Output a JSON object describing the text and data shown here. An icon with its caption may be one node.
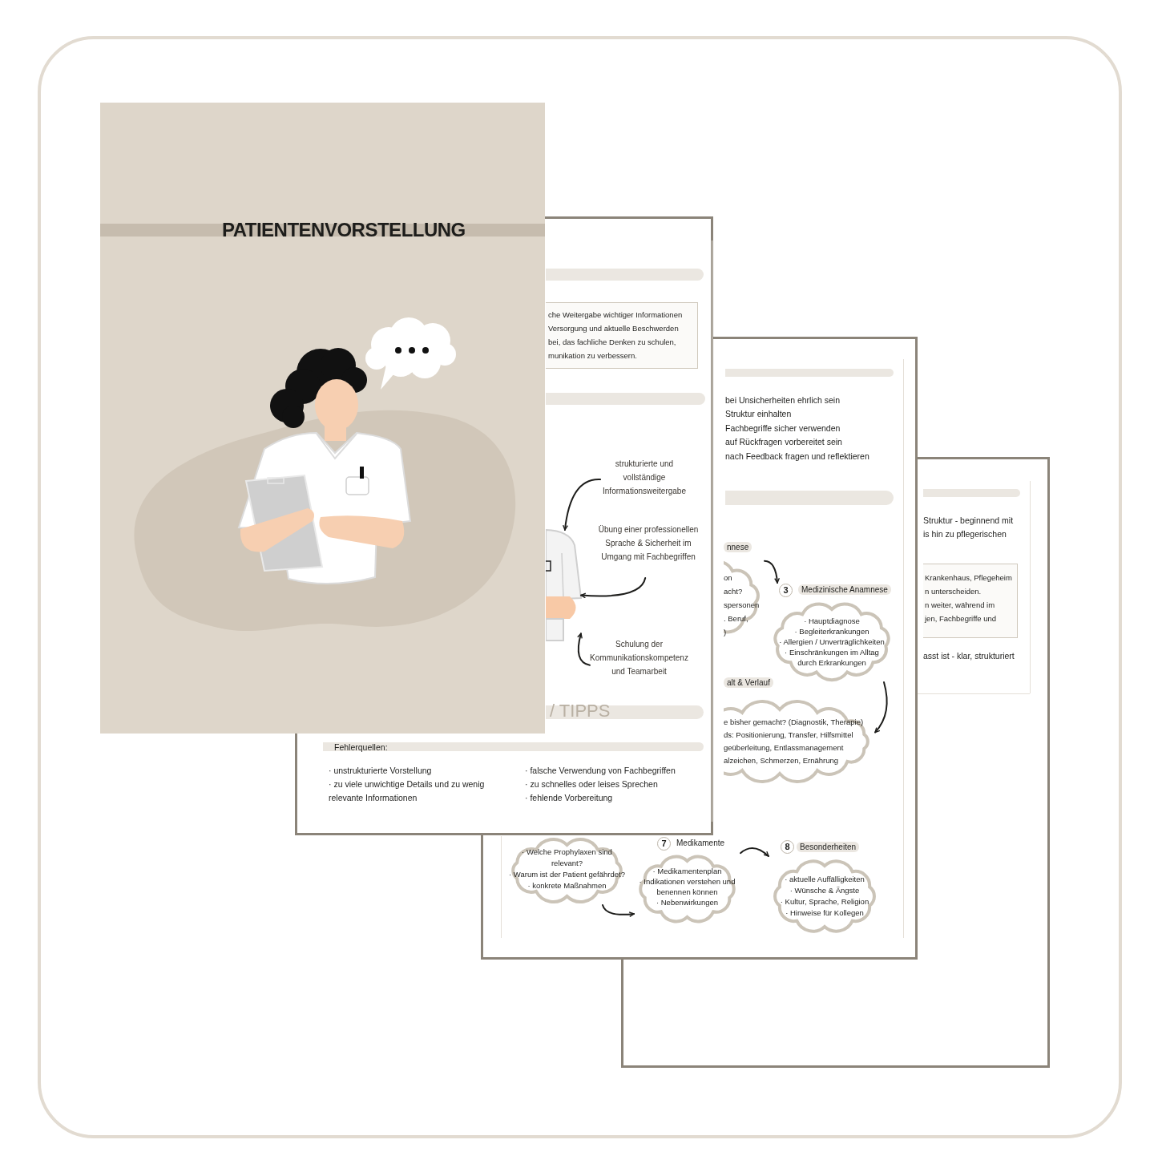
{
  "diagram": {
    "title": "PATIENTENVORSTELLUNG",
    "nodes": [
      {
        "text": [
          "nnese",
          "on",
          "acht?",
          "spersonen",
          ". Beruf,",
          ")"
        ]
      },
      {
        "text": [
          "3",
          "Medizinische Anamnese",
          "· Hauptdiagnose",
          "· Begleiterkrankungen",
          "· Allergien / Unverträglichkeiten",
          "· Einschränkungen im Alltag durch Erkrankungen"
        ]
      },
      {
        "text": [
          "alt & Verlauf",
          "e bisher gemacht? (Diagnostik, Therapie)",
          "ds: Positionierung, Transfer, Hilfsmittel",
          "geüberleitung, Entlassmanagement",
          "alzeichen, Schmerzen, Ernährung"
        ]
      },
      {
        "text": [
          "· Welche Prophylaxen sind relevant?",
          "· Warum ist der Patient gefährdet?",
          "· konkrete Maßnahmen"
        ]
      },
      {
        "text": [
          "7",
          "Medikamente",
          "· Medikamentenplan",
          "· Indikationen verstehen und benennen können",
          "· Nebenwirkungen"
        ]
      },
      {
        "text": [
          "8",
          "Besonderheiten",
          "· aktuelle Auffälligkeiten",
          "· Wünsche & Ängste",
          "· Kultur, Sprache, Religion",
          "· Hinweise für Kollegen"
        ]
      },
      {
        "text": [
          "che Weitergabe wichtiger Informationen",
          "Versorgung und aktuelle Beschwerden",
          "bei, das fachliche Denken zu schulen,",
          "munikation zu verbessern."
        ]
      },
      {
        "text": [
          "Krankenhaus, Pflegeheim",
          "n unterscheiden.",
          "n weiter, während im",
          "jen, Fachbegriffe und"
        ]
      },
      {
        "text": [
          "strukturierte und vollständige Informationsweitergabe"
        ]
      },
      {
        "text": [
          "Übung einer professionellen Sprache & Sicherheit im Umgang mit Fachbegriffen"
        ]
      },
      {
        "text": [
          "Schulung der Kommunikationskompetenz und Teamarbeit"
        ]
      },
      {
        "text": [],
        "shape": "picture"
      }
    ],
    "edges": [
      {
        "from": 0,
        "to": 1,
        "arrow": "to"
      },
      {
        "from": 1,
        "to": 2,
        "arrow": "to"
      },
      {
        "from": 3,
        "to": 4,
        "arrow": "to"
      },
      {
        "from": 4,
        "to": 5,
        "arrow": "to"
      },
      {
        "from": 8,
        "to": 11,
        "arrow": "to"
      },
      {
        "from": 9,
        "to": 11,
        "arrow": "to"
      },
      {
        "from": 10,
        "to": 11,
        "arrow": "to"
      }
    ],
    "labels": [
      "bei Unsicherheiten ehrlich sein",
      "Struktur einhalten",
      "Fachbegriffe sicher verwenden",
      "auf Rückfragen vorbereitet sein",
      "nach Feedback fragen und reflektieren",
      "Struktur - beginnend mit",
      "is hin zu pflegerischen",
      "asst ist - klar, strukturiert",
      "/ TIPPS",
      "Fehlerquellen:",
      "· unstrukturierte Vorstellung",
      "· zu viele unwichtige Details und zu wenig relevante Informationen",
      "· falsche Verwendung von Fachbegriffen",
      "· zu schnelles oder leises Sprechen",
      "· fehlende Vorbereitung"
    ]
  }
}
